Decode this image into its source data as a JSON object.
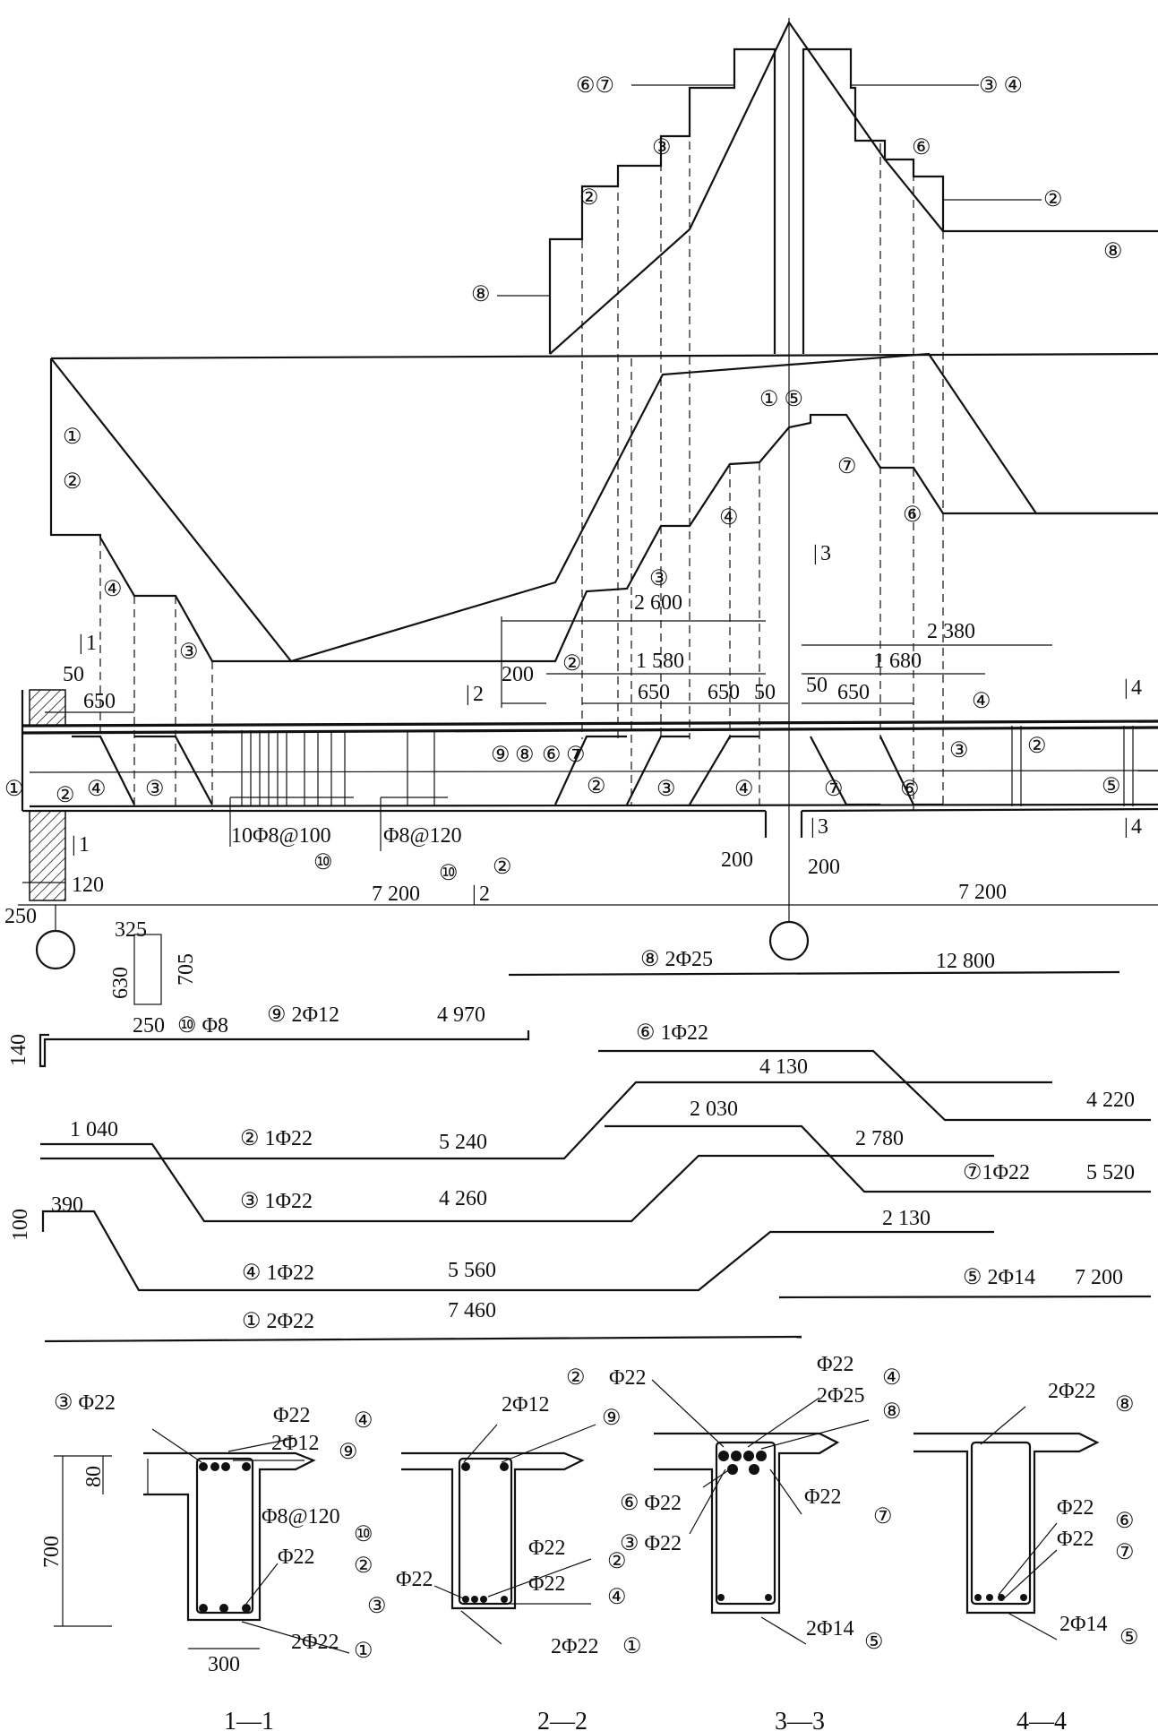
{
  "material_diagram": {
    "left_markers": [
      "①",
      "②",
      "④",
      "③"
    ],
    "top_left_labels": [
      "⑥⑦",
      "③",
      "②",
      "⑧"
    ],
    "top_right_labels": [
      "③ ④",
      "⑥",
      "②",
      "⑧"
    ],
    "mid_labels": [
      "① ⑤",
      "⑦",
      "⑥",
      "④",
      "③",
      "②"
    ]
  },
  "beam_elevation": {
    "dims": [
      "50",
      "650",
      "200",
      "2 600",
      "1 580",
      "650",
      "650",
      "50",
      "50",
      "650",
      "1 680",
      "2 380",
      "120",
      "250",
      "200",
      "200",
      "7 200",
      "7 200"
    ],
    "section_marks": [
      "1",
      "1",
      "2",
      "2",
      "3",
      "3",
      "4",
      "4"
    ],
    "stirrup_left": "10Φ8@100",
    "stirrup_left_tag": "⑩",
    "stirrup_mid": "Φ8@120",
    "stirrup_mid_tags": [
      "⑩",
      "②"
    ],
    "bar_tags_top": [
      "⑨",
      "⑧",
      "⑥",
      "⑦"
    ],
    "bar_tags_bottom": [
      "①",
      "②",
      "④",
      "③",
      "②",
      "③",
      "④",
      "⑦",
      "⑥",
      "③",
      "②",
      "④",
      "⑤"
    ]
  },
  "stirrup_detail": {
    "w": "325",
    "h1": "705",
    "h2": "630",
    "w2": "250",
    "bar": "⑩ Φ8",
    "hook": "140"
  },
  "bars": [
    {
      "tag": "⑧ 2Φ25",
      "length": "12 800"
    },
    {
      "tag": "⑨ 2Φ12",
      "length": "4 970"
    },
    {
      "tag": "⑥ 1Φ22",
      "length1": "4 130",
      "length2": "4 220"
    },
    {
      "tag": "② 1Φ22",
      "length0": "1 040",
      "length1": "5 240",
      "length2": "2 030"
    },
    {
      "tag": "⑦1Φ22",
      "length1": "2 780",
      "length2": "5 520"
    },
    {
      "tag": "③ 1Φ22",
      "length1": "4 260",
      "length2": "2 130"
    },
    {
      "tag": "④ 1Φ22",
      "length0": "390",
      "length1": "5 560",
      "hook": "100"
    },
    {
      "tag": "⑤ 2Φ14",
      "length": "7 200"
    },
    {
      "tag": "① 2Φ22",
      "length": "7 460"
    }
  ],
  "sections": [
    {
      "name": "1—1",
      "labels": [
        "③  Φ22",
        "Φ22",
        "④",
        "2Φ12",
        "⑨",
        "Φ8@120",
        "⑩",
        "Φ22",
        "②",
        "③",
        "2Φ22",
        "①"
      ],
      "dims": [
        "80",
        "700",
        "300"
      ]
    },
    {
      "name": "2—2",
      "labels": [
        "②",
        "2Φ12",
        "⑨",
        "Φ22",
        "Φ22",
        "②",
        "Φ22",
        "④",
        "2Φ22",
        "①"
      ]
    },
    {
      "name": "3—3",
      "labels": [
        "Φ22",
        "Φ22",
        "④",
        "2Φ25",
        "⑧",
        "⑥ Φ22",
        "Φ22",
        "③ Φ22",
        "⑦",
        "2Φ14",
        "⑤"
      ]
    },
    {
      "name": "4—4",
      "labels": [
        "2Φ22",
        "⑧",
        "Φ22",
        "⑥",
        "Φ22",
        "⑦",
        "2Φ14",
        "⑤"
      ]
    }
  ]
}
